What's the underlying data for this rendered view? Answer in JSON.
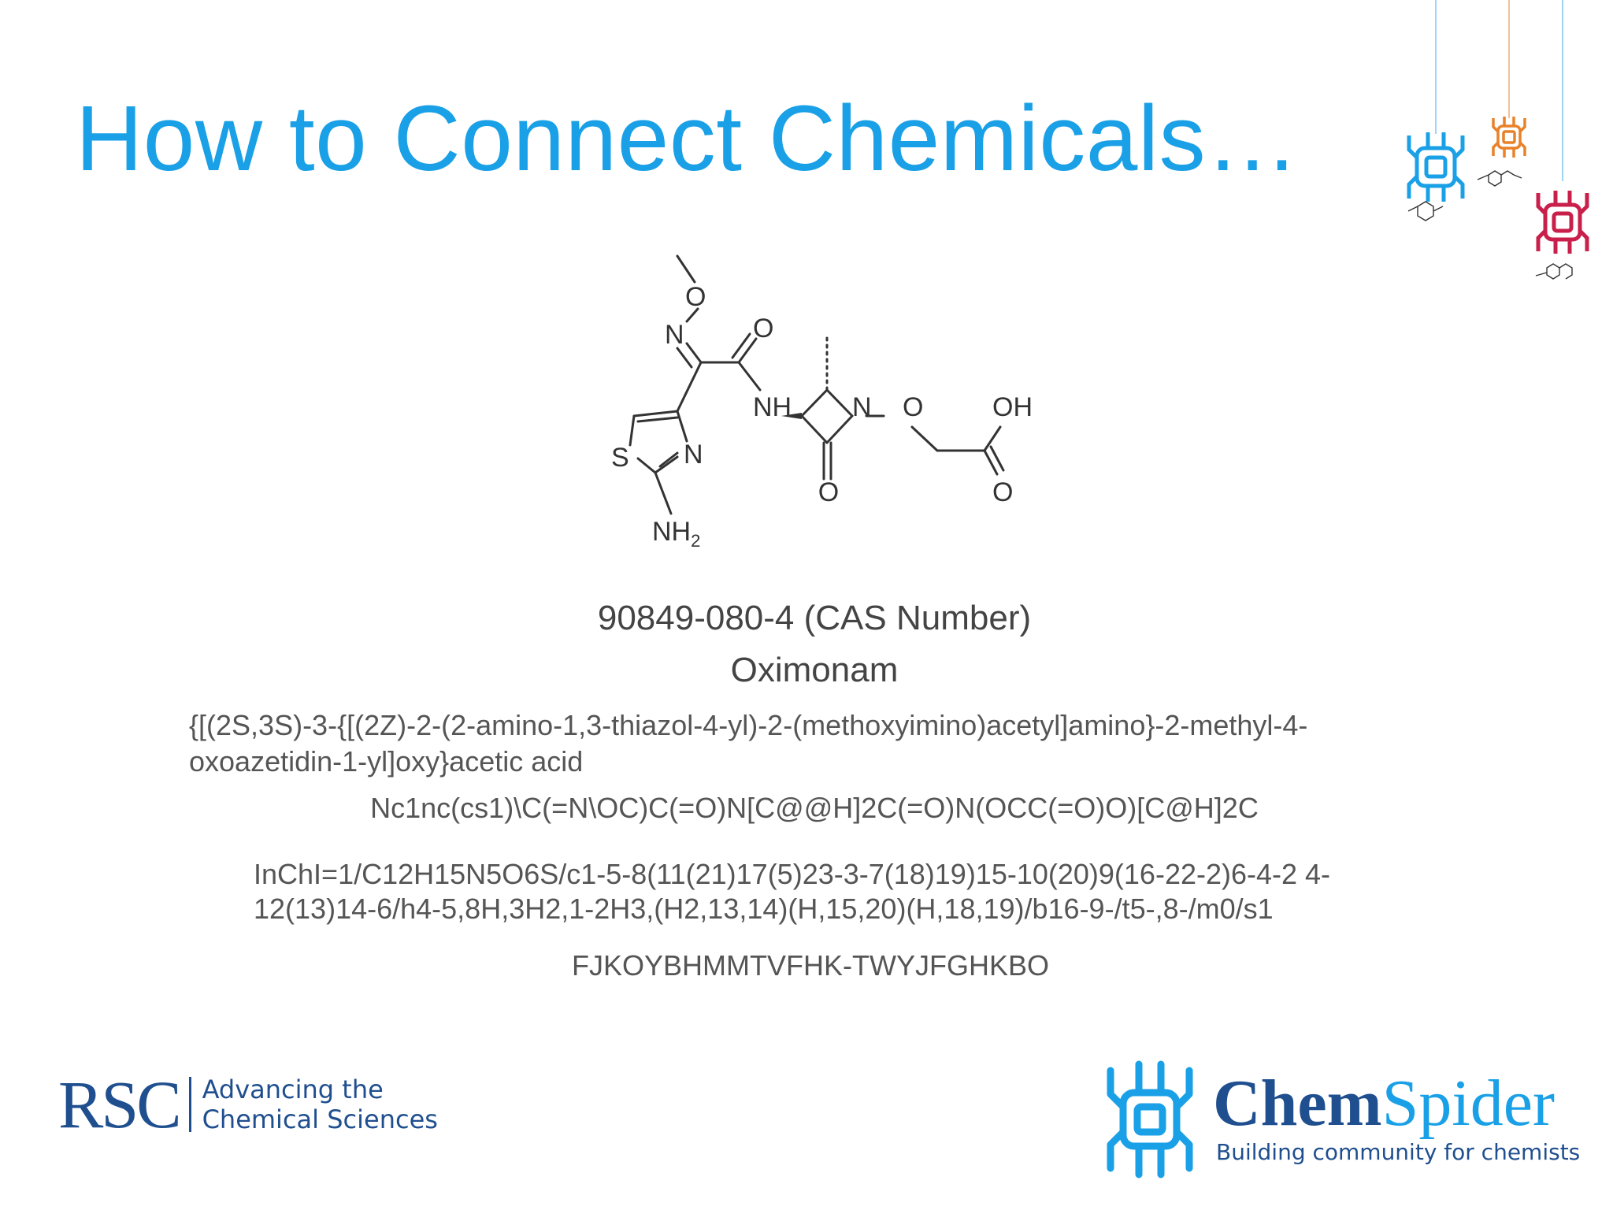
{
  "slide": {
    "title": "How to Connect Chemicals…"
  },
  "structure": {
    "atom_labels": {
      "o_methoxy": "O",
      "n_oxime": "N",
      "o_amide": "O",
      "nh": "NH",
      "n_ring": "N",
      "o_ether": "O",
      "oh": "OH",
      "o_acid": "O",
      "o_lactam": "O",
      "s": "S",
      "n_thiazole": "N",
      "nh2": "NH",
      "nh2_sub": "2"
    }
  },
  "identifiers": {
    "cas": "90849-080-4 (CAS Number)",
    "name": "Oximonam",
    "iupac": "{[(2S,3S)-3-{[(2Z)-2-(2-amino-1,3-thiazol-4-yl)-2-(methoxyimino)acetyl]amino}-2-methyl-4-oxoazetidin-1-yl]oxy}acetic acid",
    "smiles": "Nc1nc(cs1)\\C(=N\\OC)C(=O)N[C@@H]2C(=O)N(OCC(=O)O)[C@H]2C",
    "inchi": "InChI=1/C12H15N5O6S/c1-5-8(11(21)17(5)23-3-7(18)19)15-10(20)9(16-22-2)6-4-2 4-12(13)14-6/h4-5,8H,3H2,1-2H3,(H2,13,14)(H,15,20)(H,18,19)/b16-9-/t5-,8-/m0/s1",
    "inchikey": "FJKOYBHMMTVFHK-TWYJFGHKBO"
  },
  "footer": {
    "rsc_mark": "RSC",
    "rsc_tagline_1": "Advancing the",
    "rsc_tagline_2": "Chemical Sciences",
    "chemspider_a": "Chem",
    "chemspider_b": "Spider",
    "chemspider_tagline": "Building community for chemists"
  },
  "colors": {
    "title": "#1aa0e6",
    "rsc_blue": "#1f4f8f",
    "spider_blue": "#1aa0e6",
    "spider_orange": "#e8822a",
    "spider_red": "#c8204a"
  },
  "icons": [
    "spider-blue-icon",
    "spider-orange-icon",
    "spider-red-icon",
    "chemspider-logo-icon"
  ]
}
